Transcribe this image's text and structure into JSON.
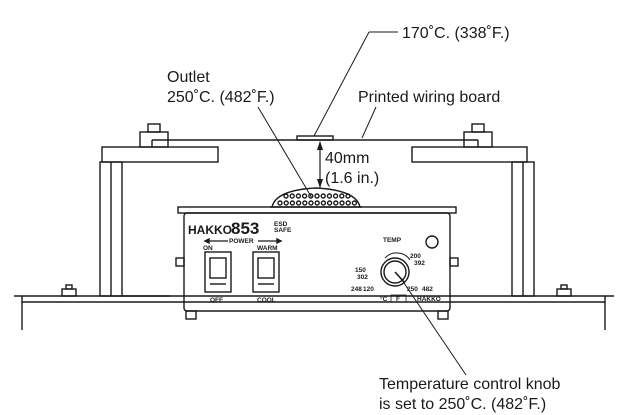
{
  "callouts": {
    "board_temp": "170˚C. (338˚F.)",
    "outlet_title": "Outlet",
    "outlet_temp": "250˚C. (482˚F.)",
    "pwb": "Printed wiring board",
    "gap_mm": "40mm",
    "gap_in": "(1.6 in.)",
    "knob_line1": "Temperature control knob",
    "knob_line2": "is set to 250˚C. (482˚F.)"
  },
  "panel": {
    "brand": "HAKKO",
    "model": "853",
    "esd": "ESD",
    "esd_sub": "SAFE",
    "power": "POWER",
    "on": "ON",
    "off": "OFF",
    "warm": "WARM",
    "cool": "COOL",
    "temp": "TEMP",
    "dial_150": "150",
    "dial_150f": "302",
    "dial_200": "200",
    "dial_200f": "392",
    "dial_120": "120",
    "dial_120f": "248",
    "dial_250": "250",
    "dial_250f": "482",
    "unit_c": "°C",
    "unit_f": "F",
    "logo_small": "HAKKO"
  },
  "colors": {
    "line": "#1a1a1a",
    "background": "#ffffff"
  }
}
